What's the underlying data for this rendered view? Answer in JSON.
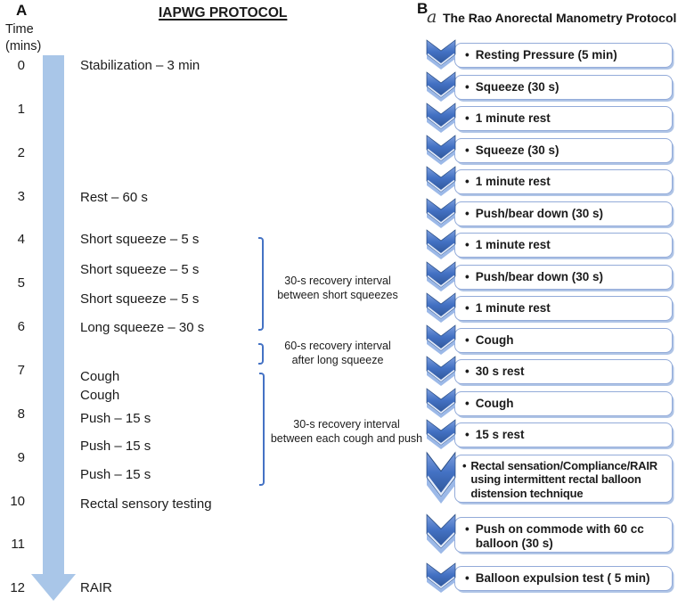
{
  "panelA": {
    "label": "A",
    "title": "IAPWG PROTOCOL",
    "axis": {
      "line1": "Time",
      "line2": "(mins)"
    },
    "timeline": {
      "unit": "minutes",
      "ticks": [
        "0",
        "1",
        "2",
        "3",
        "4",
        "5",
        "6",
        "7",
        "8",
        "9",
        "10",
        "11",
        "12"
      ]
    },
    "activities": [
      {
        "t": 0,
        "label": "Stabilization – 3 min"
      },
      {
        "t": 3.02,
        "label": "Rest – 60 s"
      },
      {
        "t": 4,
        "label": "Short squeeze – 5 s"
      },
      {
        "t": 4.69,
        "label": "Short squeeze – 5 s"
      },
      {
        "t": 5.36,
        "label": "Short squeeze – 5 s"
      },
      {
        "t": 6.02,
        "label": "Long squeeze – 30 s"
      },
      {
        "t": 7.15,
        "label": "Cough"
      },
      {
        "t": 7.58,
        "label": "Cough"
      },
      {
        "t": 8.1,
        "label": "Push – 15 s"
      },
      {
        "t": 8.74,
        "label": "Push – 15 s"
      },
      {
        "t": 9.4,
        "label": "Push – 15 s"
      },
      {
        "t": 10.08,
        "label": "Rectal sensory testing"
      },
      {
        "t": 12,
        "label": "RAIR"
      }
    ],
    "annotations": [
      {
        "lines": [
          "30-s recovery interval",
          "between short squeezes"
        ]
      },
      {
        "lines": [
          "60-s recovery interval",
          "after long squeeze"
        ]
      },
      {
        "lines": [
          "30-s recovery interval",
          "between each cough and push"
        ]
      }
    ]
  },
  "panelB": {
    "label": "B",
    "sub_label": "a",
    "title": "The Rao Anorectal Manometry Protocol",
    "steps": [
      {
        "text": "Resting Pressure (5 min)",
        "size": 1
      },
      {
        "text": "Squeeze (30 s)",
        "size": 1
      },
      {
        "text": "1 minute rest",
        "size": 1
      },
      {
        "text": "Squeeze (30 s)",
        "size": 1
      },
      {
        "text": "1 minute rest",
        "size": 1
      },
      {
        "text": "Push/bear down (30 s)",
        "size": 1
      },
      {
        "text": "1 minute rest",
        "size": 1
      },
      {
        "text": "Push/bear down (30 s)",
        "size": 1
      },
      {
        "text": "1 minute rest",
        "size": 1
      },
      {
        "text": "Cough",
        "size": 1
      },
      {
        "text": "30 s rest",
        "size": 1
      },
      {
        "text": "Cough",
        "size": 1
      },
      {
        "text": "15 s rest",
        "size": 1
      },
      {
        "text": "Rectal sensation/Compliance/RAIR using intermittent rectal balloon distension technique",
        "size": 3
      },
      {
        "text": "Push on commode with 60 cc balloon (30 s)",
        "size": 2
      },
      {
        "text": "Balloon expulsion test ( 5 min)",
        "size": 1
      }
    ],
    "bullet_glyph": "•"
  },
  "colors": {
    "timeline-arrow": "#A9C6E8",
    "bracket": "#4472C4",
    "chevron-top": "#7E9FDE",
    "chevron-mid": "#4472C4",
    "chevron-bottom": "#2E5597",
    "chevron-underlay": "#9CB9E8",
    "box-border": "#93ABD9",
    "text": "#1B1B1B"
  }
}
